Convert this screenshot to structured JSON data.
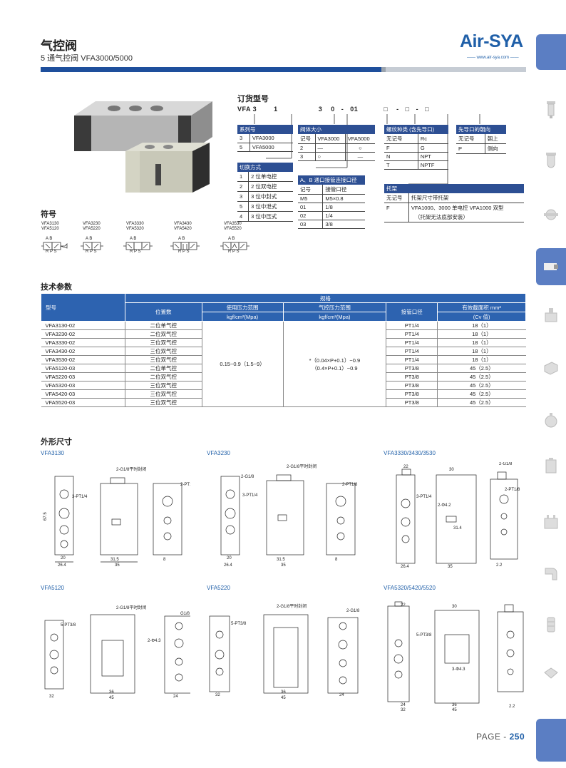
{
  "header": {
    "title": "气控阀",
    "subtitle": "5 通气控阀 VFA3000/5000",
    "logo": "Air-SYA",
    "url": "—— www.air-sya.com ——"
  },
  "colors": {
    "brand": "#1f5fa8",
    "table_head": "#2d63b0",
    "side_tab": "#5b7ec3"
  },
  "order": {
    "title": "订货型号",
    "code": "VFA 3        1                   3    0   -   01            □    -   □   -   □",
    "series": {
      "head": "系列号",
      "rows": [
        [
          "3",
          "VFA3000"
        ],
        [
          "5",
          "VFA5000"
        ]
      ]
    },
    "switch": {
      "head": "切换方式",
      "rows": [
        [
          "1",
          "2 位单电控"
        ],
        [
          "2",
          "2 位双电控"
        ],
        [
          "3",
          "3 位中封式"
        ],
        [
          "5",
          "3 位中泄式"
        ],
        [
          "4",
          "3 位中压式"
        ]
      ]
    },
    "body": {
      "head": "阀体大小",
      "cols": [
        "记号",
        "VFA3000",
        "VFA5000"
      ],
      "rows": [
        [
          "2",
          "—",
          "○"
        ],
        [
          "3",
          "○",
          "—"
        ]
      ]
    },
    "port": {
      "head": "A、B 通口接管连接口径",
      "cols": [
        "记号",
        "接管口径"
      ],
      "rows": [
        [
          "M5",
          "M5×0.8"
        ],
        [
          "01",
          "1/8"
        ],
        [
          "02",
          "1/4"
        ],
        [
          "03",
          "3/8"
        ]
      ]
    },
    "thread": {
      "head": "螺纹种类 (含先导口)",
      "rows": [
        [
          "无记号",
          "Rc"
        ],
        [
          "F",
          "G"
        ],
        [
          "N",
          "NPT"
        ],
        [
          "T",
          "NPTF"
        ]
      ]
    },
    "pilot": {
      "head": "先导口的朝向",
      "rows": [
        [
          "无记号",
          "朝上"
        ],
        [
          "P",
          "侧向"
        ]
      ]
    },
    "bracket": {
      "head": "托架",
      "rows": [
        [
          "无记号",
          "托架尺寸带托架"
        ],
        [
          "F",
          "VFA1000、3000 单电控 VFA1000 双型"
        ],
        [
          "",
          "（托架无法底部安装）"
        ]
      ]
    }
  },
  "symbols": {
    "title": "符号",
    "items": [
      [
        "VFA3130",
        "VFA5120"
      ],
      [
        "VFA3230",
        "VFA5220"
      ],
      [
        "VFA3330",
        "VFA5320"
      ],
      [
        "VFA3430",
        "VFA5420"
      ],
      [
        "VFA3530",
        "VFA5520"
      ]
    ],
    "port_top": "A B",
    "port_bottom": "R P S"
  },
  "tech": {
    "title": "技术参数",
    "h_model": "型号",
    "h_spec": "规格",
    "h_cols": [
      "位置数",
      "使用压力范围",
      "气控压力范围",
      "接管口径",
      "有效截面积 mm²"
    ],
    "h_units": [
      "",
      "kgf/cm²(Mpa)",
      "kgf/cm²(Mpa)",
      "",
      "(Cv 值)"
    ],
    "pressure": "0.15~0.9（1.5~9）",
    "pilot_p1": "*（0.04×P+0.1）~0.9",
    "pilot_p2": "（0.4×P+0.1）~0.9",
    "rows": [
      [
        "VFA3130-02",
        "二位单气控",
        "PT1/4",
        "18（1）"
      ],
      [
        "VFA3230-02",
        "二位双气控",
        "PT1/4",
        "18（1）"
      ],
      [
        "VFA3330-02",
        "三位双气控",
        "PT1/4",
        "18（1）"
      ],
      [
        "VFA3430-02",
        "三位双气控",
        "PT1/4",
        "18（1）"
      ],
      [
        "VFA3530-02",
        "三位双气控",
        "PT1/4",
        "18（1）"
      ],
      [
        "VFA5120-03",
        "二位单气控",
        "PT3/8",
        "45（2.5）"
      ],
      [
        "VFA5220-03",
        "二位双气控",
        "PT3/8",
        "45（2.5）"
      ],
      [
        "VFA5320-03",
        "三位双气控",
        "PT3/8",
        "45（2.5）"
      ],
      [
        "VFA5420-03",
        "三位双气控",
        "PT3/8",
        "45（2.5）"
      ],
      [
        "VFA5520-03",
        "三位双气控",
        "PT3/8",
        "45（2.5）"
      ]
    ]
  },
  "dims": {
    "title": "外形尺寸",
    "labels": [
      "VFA3130",
      "VFA3230",
      "VFA3330/3430/3530",
      "VFA5120",
      "VFA5220",
      "VFA5320/5420/5520"
    ]
  },
  "footer": {
    "page": "PAGE - ",
    "num": "250"
  }
}
